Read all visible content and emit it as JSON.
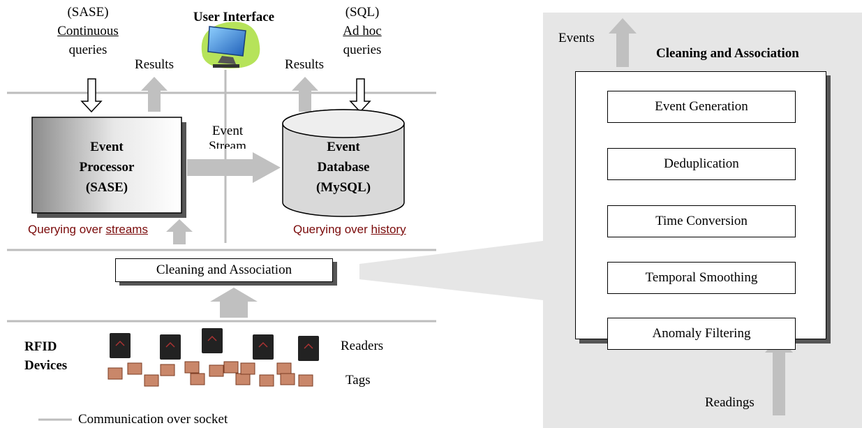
{
  "left": {
    "sase_label": "(SASE)",
    "continuous_line": "Continuous",
    "queries_line_left": "queries",
    "results_left": "Results",
    "user_interface": "User Interface",
    "results_right": "Results",
    "sql_label": "(SQL)",
    "adhoc_line": "Ad hoc",
    "queries_line_right": "queries",
    "event_stream_line1": "Event",
    "event_stream_line2": "Stream",
    "processor_line1": "Event",
    "processor_line2": "Processor",
    "processor_line3": "(SASE)",
    "database_line1": "Event",
    "database_line2": "Database",
    "database_line3": "(MySQL)",
    "querying_streams_prefix": "Querying over ",
    "querying_streams_link": "streams",
    "querying_history_prefix": "Querying over ",
    "querying_history_link": "history",
    "cleaning_box": "Cleaning and Association",
    "rfid_line1": "RFID",
    "rfid_line2": "Devices",
    "readers": "Readers",
    "tags": "Tags",
    "legend": "Communication over socket"
  },
  "right": {
    "events": "Events",
    "title": "Cleaning and Association",
    "stages": [
      "Event Generation",
      "Deduplication",
      "Time Conversion",
      "Temporal Smoothing",
      "Anomaly Filtering"
    ],
    "readings": "Readings"
  },
  "colors": {
    "arrow_gray": "#c0c0c0",
    "panel_gray": "#e6e6e6",
    "query_text": "#7a0a0a",
    "monitor_blue": "#2f7fd6",
    "monitor_green": "#b6e35a"
  }
}
